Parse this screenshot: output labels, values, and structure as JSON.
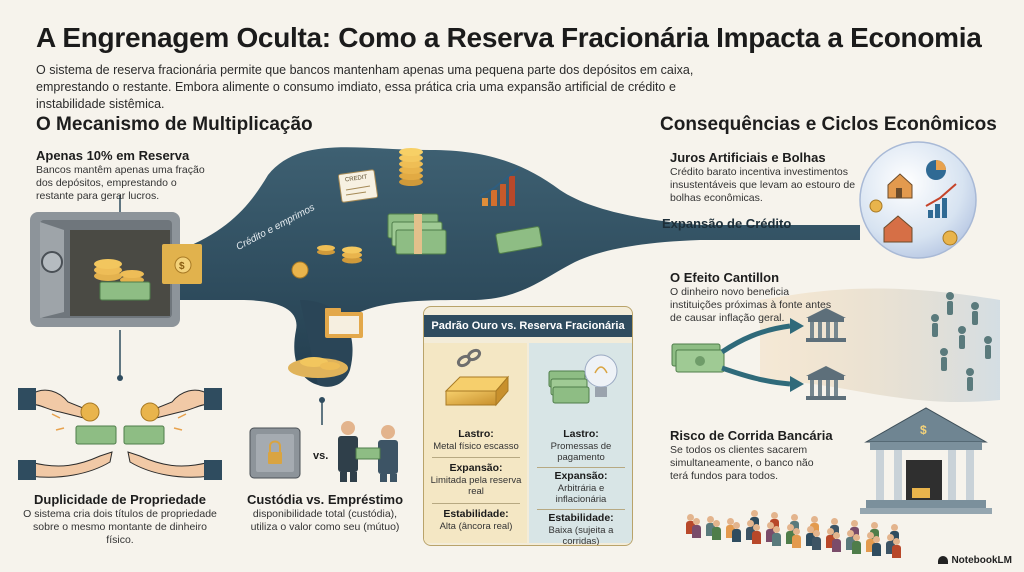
{
  "header": {
    "title": "A Engrenagem Oculta: Como a Reserva Fracionária Impacta a Economia",
    "intro": "O sistema de reserva fracionária permite que bancos mantenham apenas uma pequena parte dos depósitos em caixa, emprestando o restante. Embora alimente o consumo imdiato, essa prática cria uma expansão artificial de crédito e instabilidade sistêmica."
  },
  "left_section": {
    "title": "O Mecanismo de Multiplicação",
    "reserve": {
      "title": "Apenas 10% em Reserva",
      "text": "Bancos mantêm apenas uma fração dos depósitos, emprestando o restante para gerar lucros."
    },
    "pipe_label": "Crédito e emprimos",
    "credit_tag": "CREDIT",
    "duplicity": {
      "title": "Duplicidade de Propriedade",
      "text": "O sistema cria dois títulos de propriedade sobre o mesmo montante de dinheiro físico."
    },
    "custody": {
      "title": "Custódia vs. Empréstimo",
      "text": "disponibilidade total (custódia), utiliza o valor como seu (mútuo)",
      "vs": "vs."
    }
  },
  "comparison": {
    "title": "Padrão Ouro vs. Reserva Fracionária",
    "gold": {
      "backing_label": "Lastro:",
      "backing": "Metal físico escasso",
      "expansion_label": "Expansão:",
      "expansion": "Limitada pela reserva real",
      "stability_label": "Estabilidade:",
      "stability": "Alta (âncora real)"
    },
    "fractional": {
      "backing_label": "Lastro:",
      "backing": "Promessas de pagamento",
      "expansion_label": "Expansão:",
      "expansion": "Arbitrária e inflacionária",
      "stability_label": "Estabilidade:",
      "stability": "Baixa (sujeita a corridas)"
    }
  },
  "right_section": {
    "title": "Consequências e Ciclos Econômicos",
    "interest": {
      "title": "Juros Artificiais e Bolhas",
      "text": "Crédito barato incentiva investimentos insustentáveis que levam ao estouro de bolhas econômicas."
    },
    "credit_expansion": "Expansão de Crédito",
    "cantillon": {
      "title": "O Efeito Cantillon",
      "text": "O dinheiro novo beneficia instituições próximas à fonte antes de causar inflação geral."
    },
    "bank_run": {
      "title": "Risco de Corrida Bancária",
      "text": "Se todos os clientes sacarem simultaneamente, o banco não terá fundos para todos."
    }
  },
  "brand": "NotebookLM",
  "colors": {
    "pipe": "#2f4c5f",
    "gold": "#d9a441",
    "cash": "#7fae7a",
    "bubble": "#c9d8ea",
    "accent_orange": "#e8a24e"
  }
}
